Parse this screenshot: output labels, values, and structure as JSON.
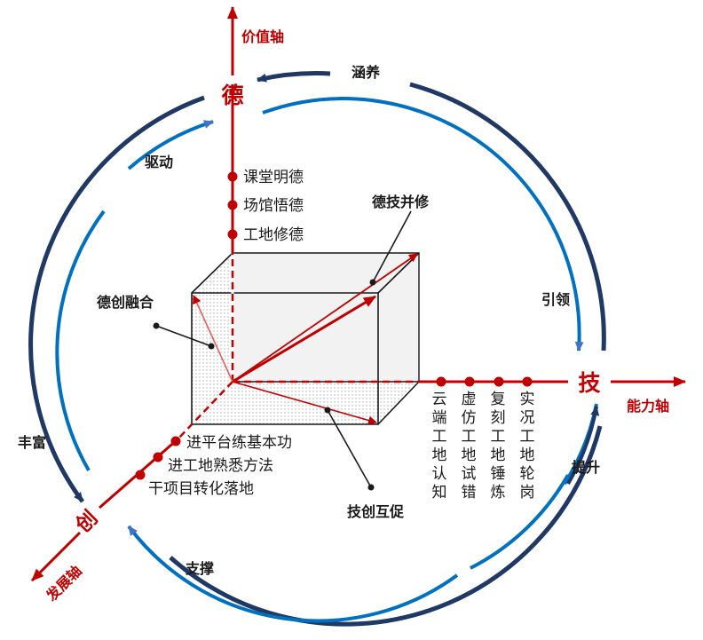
{
  "axes": {
    "value_axis": "价值轴",
    "ability_axis": "能力轴",
    "development_axis": "发展轴"
  },
  "nodes": {
    "de": "德",
    "ji": "技",
    "chuang": "创"
  },
  "cycle_labels": {
    "hanyang": "涵养",
    "qudong": "驱动",
    "yinling": "引领",
    "tisheng": "提升",
    "fengfu": "丰富",
    "zhicheng": "支撑"
  },
  "vertical_items": [
    "课堂明德",
    "场馆悟德",
    "工地修德"
  ],
  "horizontal_items": [
    "云端工地认知",
    "虚仿工地试错",
    "复刻工地锤炼",
    "实况工地轮岗"
  ],
  "diagonal_items": [
    "进平台练基本功",
    "进工地熟悉方法",
    "干项目转化落地"
  ],
  "callouts": {
    "dejibingxiu": "德技并修",
    "dechuangronghe": "德创融合",
    "jichuanghucu": "技创互促"
  },
  "colors": {
    "red": "#c00000",
    "navy": "#1f3864",
    "blue": "#0070c0"
  }
}
